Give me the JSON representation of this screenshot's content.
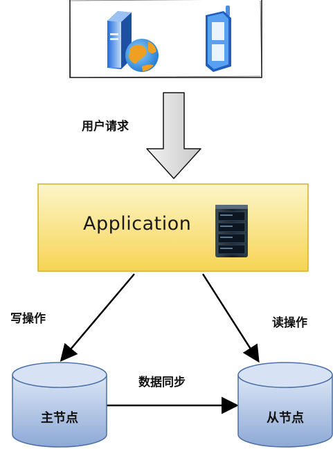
{
  "request_label": "用户请求",
  "application_label": "Application",
  "write_label": "写操作",
  "read_label": "读操作",
  "sync_label": "数据同步",
  "master_label": "主节点",
  "slave_label": "从节点",
  "icons": {
    "client_server": "web-server-icon",
    "client_globe": "globe-icon",
    "client_phone": "mobile-phone-icon",
    "app_server": "server-rack-icon",
    "databases": "database-cylinder-icon"
  },
  "colors": {
    "app_box_top": "#fdf3bd",
    "app_box_bottom": "#f7d556",
    "db_fill_top": "#d9e5f5",
    "db_fill_bottom": "#8eabd8",
    "arrow_gray": "#d9d9d9"
  }
}
